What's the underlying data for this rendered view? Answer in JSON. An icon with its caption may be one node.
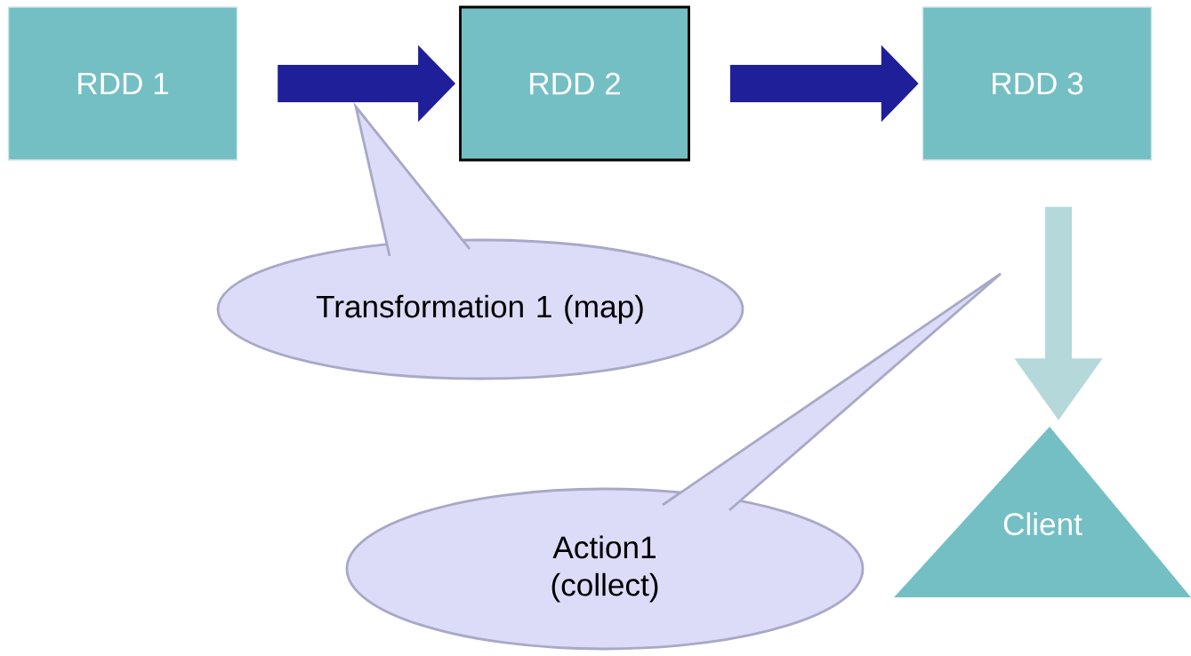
{
  "diagram": {
    "nodes": [
      {
        "text": [
          "RDD 1"
        ]
      },
      {
        "text": [
          "RDD 2"
        ]
      },
      {
        "text": [
          "RDD 3"
        ]
      },
      {
        "text": [
          "Client"
        ]
      },
      {
        "text": [
          "Transformation 1 (map)"
        ]
      },
      {
        "text": [
          "Action1 (collect)"
        ]
      }
    ],
    "edges": [
      {
        "from": 0,
        "to": 1,
        "arrow": "to"
      },
      {
        "from": 1,
        "to": 2,
        "arrow": "to"
      },
      {
        "from": 2,
        "to": 3,
        "arrow": "to",
        "color": "#b5d9db"
      }
    ]
  }
}
